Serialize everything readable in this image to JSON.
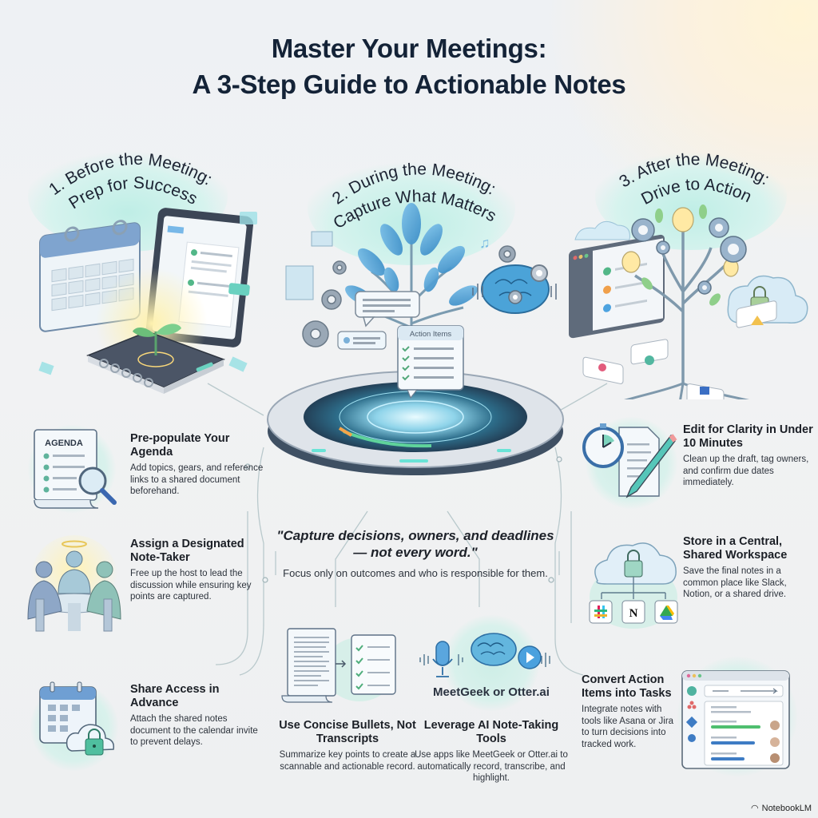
{
  "title": {
    "line1": "Master Your Meetings:",
    "line2": "A 3-Step Guide to Actionable Notes"
  },
  "steps": [
    {
      "number": "1.",
      "line1": "1. Before the Meeting:",
      "line2": "Prep for Success"
    },
    {
      "number": "2.",
      "line1": "2. During the Meeting:",
      "line2": "Capture What Matters"
    },
    {
      "number": "3.",
      "line1": "3. After the Meeting:",
      "line2": "Drive to Action"
    }
  ],
  "before_tips": [
    {
      "title": "Pre-populate Your Agenda",
      "body": "Add topics, gears, and reference links to a shared document beforehand.",
      "icon": "agenda-magnifier-icon",
      "icon_label": "AGENDA"
    },
    {
      "title": "Assign a Designated Note-Taker",
      "body": "Free up the host to lead the discussion while ensuring key points are captured.",
      "icon": "meeting-table-icon"
    },
    {
      "title": "Share Access in Advance",
      "body": "Attach the shared notes document to the calendar invite to prevent delays.",
      "icon": "calendar-cloud-lock-icon"
    }
  ],
  "during": {
    "scene_card_label": "Action Items",
    "quote": "\"Capture decisions, owners, and deadlines — not every word.\"",
    "quote_sub": "Focus only on outcomes and who is responsible for them.",
    "tips": [
      {
        "title": "Use Concise Bullets, Not Transcripts",
        "body": "Summarize key points to create a scannable and actionable record.",
        "icon": "transcript-to-checklist-icon"
      },
      {
        "title": "Leverage AI Note-Taking Tools",
        "body": "Use apps like MeetGeek or Otter.ai to automatically record, transcribe, and highlight.",
        "icon": "mic-brain-play-icon",
        "icon_label": "MeetGeek or Otter.ai"
      }
    ]
  },
  "after_tips": [
    {
      "title": "Edit for Clarity in Under 10 Minutes",
      "body": "Clean up the draft, tag owners, and confirm due dates immediately.",
      "icon": "stopwatch-document-pencil-icon"
    },
    {
      "title": "Store in a Central, Shared Workspace",
      "body": "Save the final notes in a common place like Slack, Notion, or a shared drive.",
      "icon": "cloud-lock-apps-icon",
      "apps": [
        "Slack",
        "N",
        "Drive"
      ]
    },
    {
      "title": "Convert Action Items into Tasks",
      "body": "Integrate notes with tools like Asana or Jira to turn decisions into tracked work.",
      "icon": "task-board-icon"
    }
  ],
  "brand": "NotebookLM",
  "colors": {
    "title": "#142337",
    "teal": "#5cc6b8",
    "blue": "#3b82c4",
    "green": "#3fae6a",
    "badge": "#d4efe8"
  }
}
